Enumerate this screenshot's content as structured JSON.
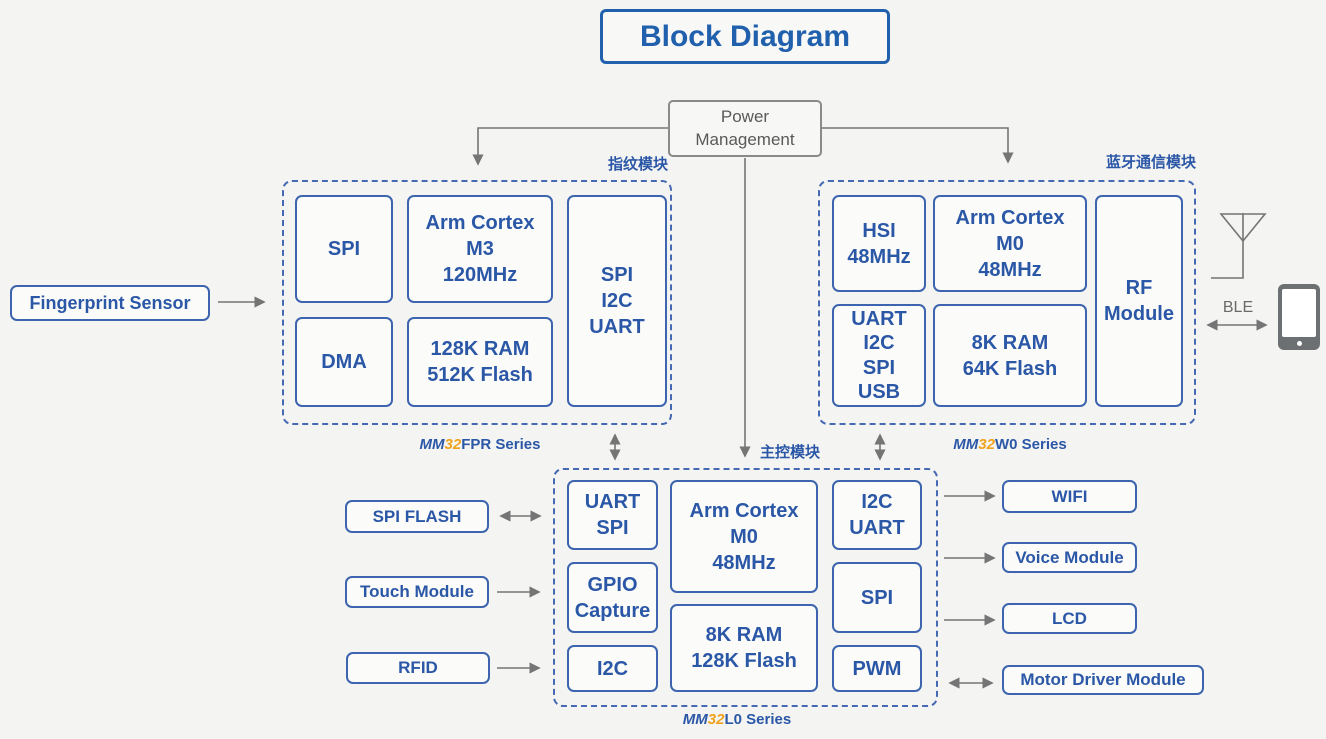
{
  "title": "Block Diagram",
  "power_management": "Power\nManagement",
  "colors": {
    "blue_text": "#2b57a7",
    "blue_border": "#3d64ae",
    "dashed_border": "#4569b3",
    "orange_accent": "#f0a21c",
    "gray_line": "#757575",
    "background": "#f4f4f2"
  },
  "modules": {
    "fingerprint": {
      "label_cn": "指纹模块",
      "series_mm": "MM",
      "series_num": "32",
      "series_rest": "FPR Series",
      "chip_spi": "SPI",
      "chip_cpu": "Arm Cortex\nM3\n120MHz",
      "chip_dma": "DMA",
      "chip_mem": "128K RAM\n512K Flash",
      "chip_io": "SPI\nI2C\nUART"
    },
    "bluetooth": {
      "label_cn": "蓝牙通信模块",
      "series_mm": "MM",
      "series_num": "32",
      "series_rest": "W0 Series",
      "chip_hsi": "HSI\n48MHz",
      "chip_cpu": "Arm Cortex\nM0\n48MHz",
      "chip_io": "UART\nI2C\nSPI\nUSB",
      "chip_mem": "8K RAM\n64K Flash",
      "chip_rf": "RF\nModule"
    },
    "main": {
      "label_cn": "主控模块",
      "series_mm": "MM",
      "series_num": "32",
      "series_rest": "L0 Series",
      "chip_uart_spi": "UART\nSPI",
      "chip_cpu": "Arm Cortex\nM0\n48MHz",
      "chip_i2c_uart": "I2C\nUART",
      "chip_gpio": "GPIO\nCapture",
      "chip_spi": "SPI",
      "chip_i2c": "I2C",
      "chip_mem": "8K RAM\n128K Flash",
      "chip_pwm": "PWM"
    }
  },
  "peripherals": {
    "fingerprint_sensor": "Fingerprint Sensor",
    "spi_flash": "SPI FLASH",
    "touch_module": "Touch Module",
    "rfid": "RFID",
    "wifi": "WIFI",
    "voice_module": "Voice Module",
    "lcd": "LCD",
    "motor_driver": "Motor Driver Module",
    "ble": "BLE"
  }
}
